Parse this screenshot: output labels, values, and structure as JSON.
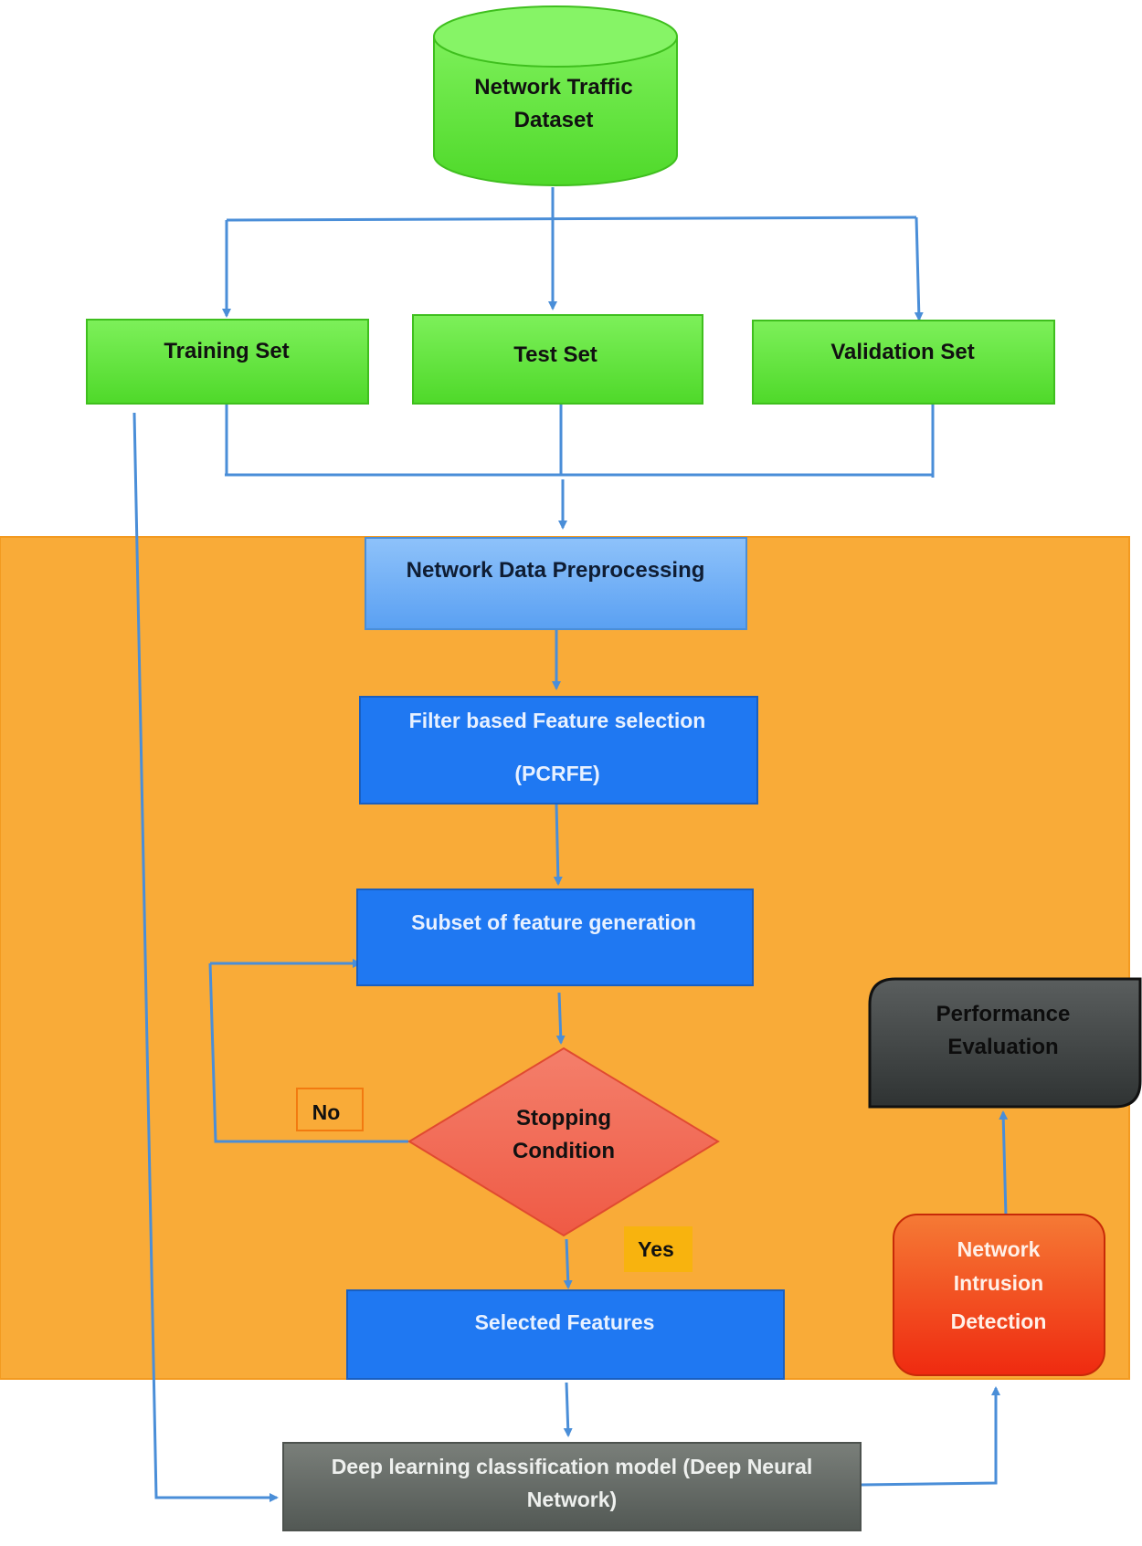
{
  "dataset": {
    "line1": "Network Traffic",
    "line2": "Dataset"
  },
  "splits": {
    "training": "Training Set",
    "test": "Test Set",
    "validation": "Validation Set"
  },
  "preprocessing": "Network Data Preprocessing",
  "filter": {
    "line1": "Filter based Feature selection",
    "line2": "(PCRFE)"
  },
  "subset": "Subset of feature generation",
  "decision": {
    "line1": "Stopping",
    "line2": "Condition"
  },
  "labels": {
    "no": "No",
    "yes": "Yes"
  },
  "selected": "Selected Features",
  "model": {
    "line1": "Deep learning classification model (Deep Neural",
    "line2": "Network)"
  },
  "detection": {
    "line1": "Network",
    "line2": "Intrusion",
    "line3": "Detection"
  },
  "evaluation": {
    "line1": "Performance",
    "line2": "Evaluation"
  },
  "colors": {
    "green": "#5fe33a",
    "orange_region": "#f9ab38",
    "light_blue": "#66aaf5",
    "blue": "#1f78f2",
    "red_diamond": "#f26a55",
    "red_box": "#f0360f",
    "gray": "#5f6660",
    "dark_gray": "#3c4040",
    "connector": "#4a8ed8"
  }
}
